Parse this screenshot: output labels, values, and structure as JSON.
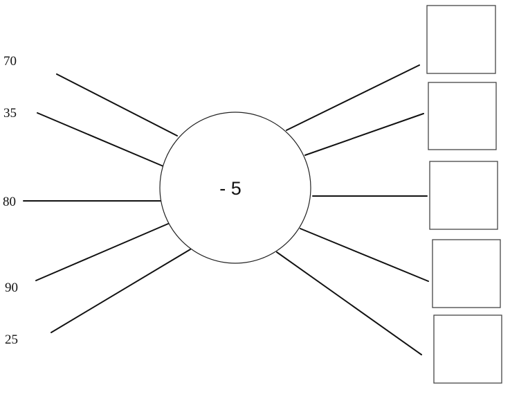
{
  "operation": "- 5",
  "inputs": [
    "70",
    "35",
    "80",
    "90",
    "25"
  ],
  "outputs": [
    "",
    "",
    "",
    "",
    ""
  ],
  "colors": {
    "ink": "#111111",
    "box_border": "#444444",
    "background": "#ffffff"
  }
}
